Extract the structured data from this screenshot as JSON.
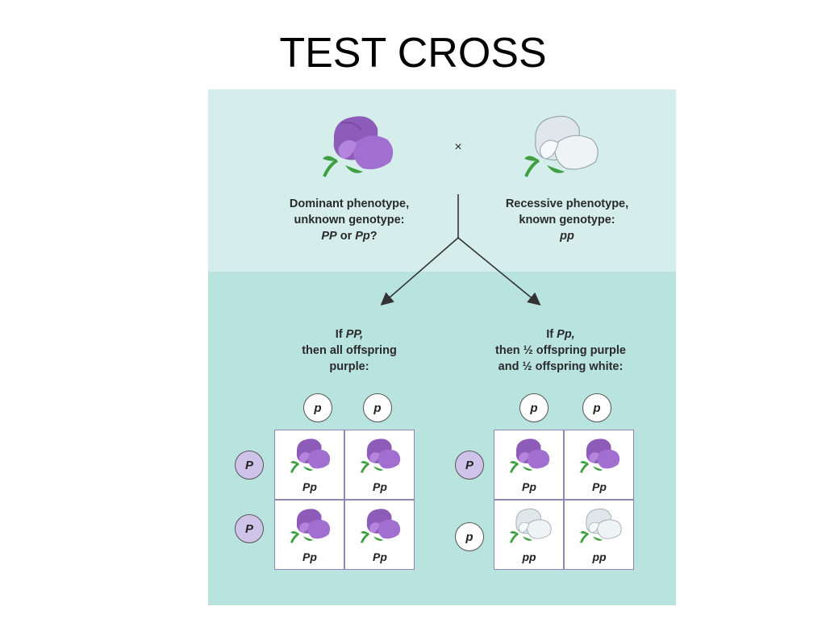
{
  "slide": {
    "title": "TEST CROSS"
  },
  "parents": {
    "cross_symbol": "×",
    "dominant": {
      "line1": "Dominant phenotype,",
      "line2": "unknown genotype:",
      "geno_a": "PP",
      "or_word": " or ",
      "geno_b": "Pp",
      "q": "?"
    },
    "recessive": {
      "line1": "Recessive phenotype,",
      "line2": "known genotype:",
      "geno": "pp"
    }
  },
  "left_case": {
    "if_word": "If ",
    "geno": "PP,",
    "line2": "then all offspring",
    "line3": "purple:",
    "top_alleles": [
      "p",
      "p"
    ],
    "side_alleles": [
      "P",
      "P"
    ],
    "cells": [
      {
        "genotype": "Pp",
        "flower": "purple"
      },
      {
        "genotype": "Pp",
        "flower": "purple"
      },
      {
        "genotype": "Pp",
        "flower": "purple"
      },
      {
        "genotype": "Pp",
        "flower": "purple"
      }
    ]
  },
  "right_case": {
    "if_word": "If ",
    "geno": "Pp,",
    "line2": "then ½ offspring purple",
    "line3": "and ½ offspring white:",
    "top_alleles": [
      "p",
      "p"
    ],
    "side_alleles": [
      "P",
      "p"
    ],
    "cells": [
      {
        "genotype": "Pp",
        "flower": "purple"
      },
      {
        "genotype": "Pp",
        "flower": "purple"
      },
      {
        "genotype": "pp",
        "flower": "white"
      },
      {
        "genotype": "pp",
        "flower": "white"
      }
    ]
  },
  "colors": {
    "top_band": "#d5eeeb",
    "bottom_band": "#b9e3df",
    "purple_petal": "#9a66c2",
    "white_petal": "#e9eff2",
    "leaf": "#3f9f42",
    "grid_line": "#8f86b5",
    "allele_dominant_fill": "#cfc3ea"
  },
  "icons": {
    "purple_flower": "purple-flower-icon",
    "white_flower": "white-flower-icon"
  }
}
